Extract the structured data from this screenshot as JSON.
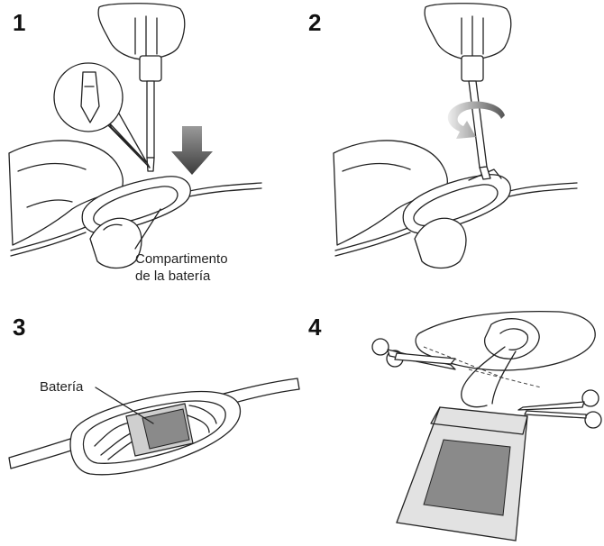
{
  "steps": [
    {
      "number": "1",
      "label_lines": [
        "Compartimento",
        "de la batería"
      ]
    },
    {
      "number": "2"
    },
    {
      "number": "3",
      "label": "Batería"
    },
    {
      "number": "4"
    }
  ],
  "colors": {
    "ink": "#222222",
    "arrow": "#555555",
    "battery": "#8a8a8a",
    "shade": "#cfcfcf"
  },
  "icons": [
    "screwdriver-icon",
    "magnifier-callout-icon",
    "push-down-arrow-icon",
    "rotate-arrow-icon",
    "scissors-icon"
  ]
}
